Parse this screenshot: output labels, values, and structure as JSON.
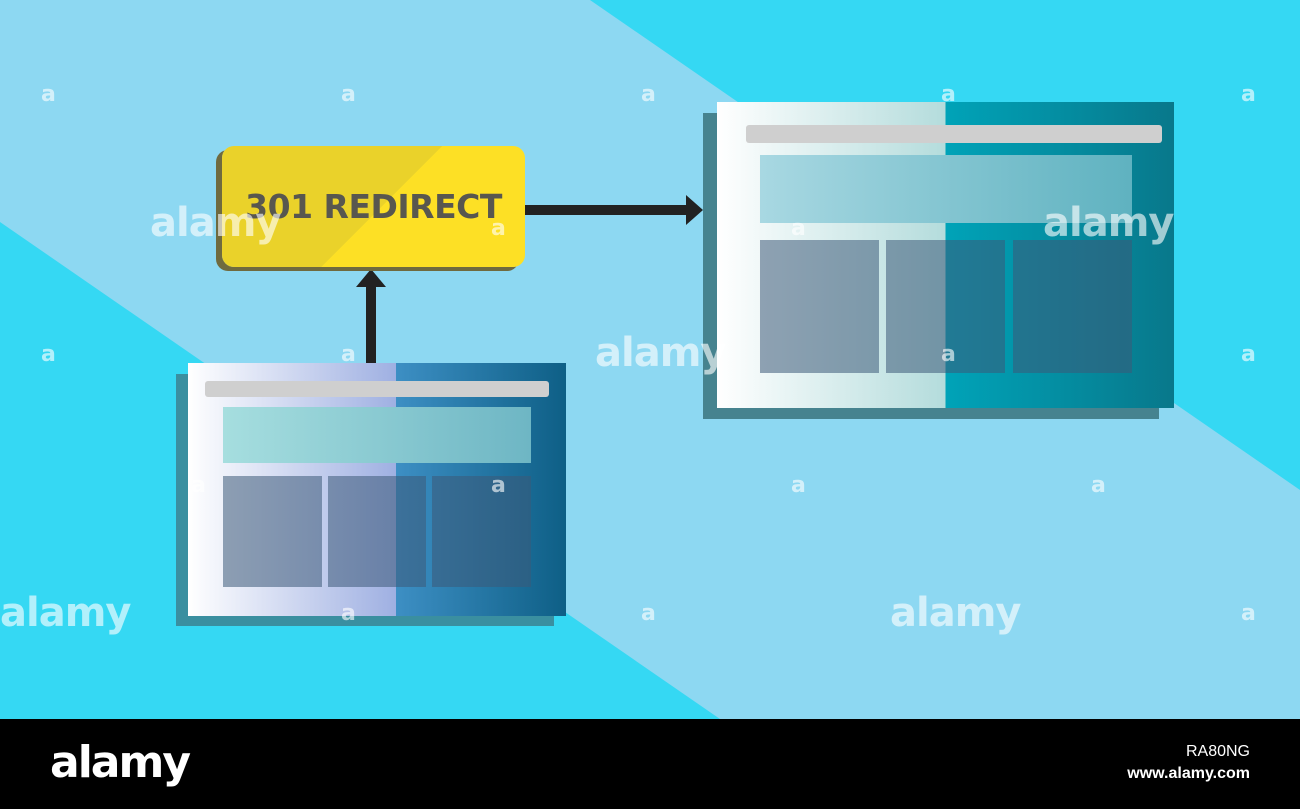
{
  "colors": {
    "background_cyan": "#35d8f3",
    "background_light": "#8dd8f2",
    "redirect_box": "#fde025",
    "arrow": "#222222",
    "footer": "#000000"
  },
  "redirect": {
    "label": "301 REDIRECT"
  },
  "watermark": {
    "text": "alamy",
    "letter": "a"
  },
  "footer": {
    "logo": "alamy",
    "image_id": "RA80NG",
    "url": "www.alamy.com"
  }
}
